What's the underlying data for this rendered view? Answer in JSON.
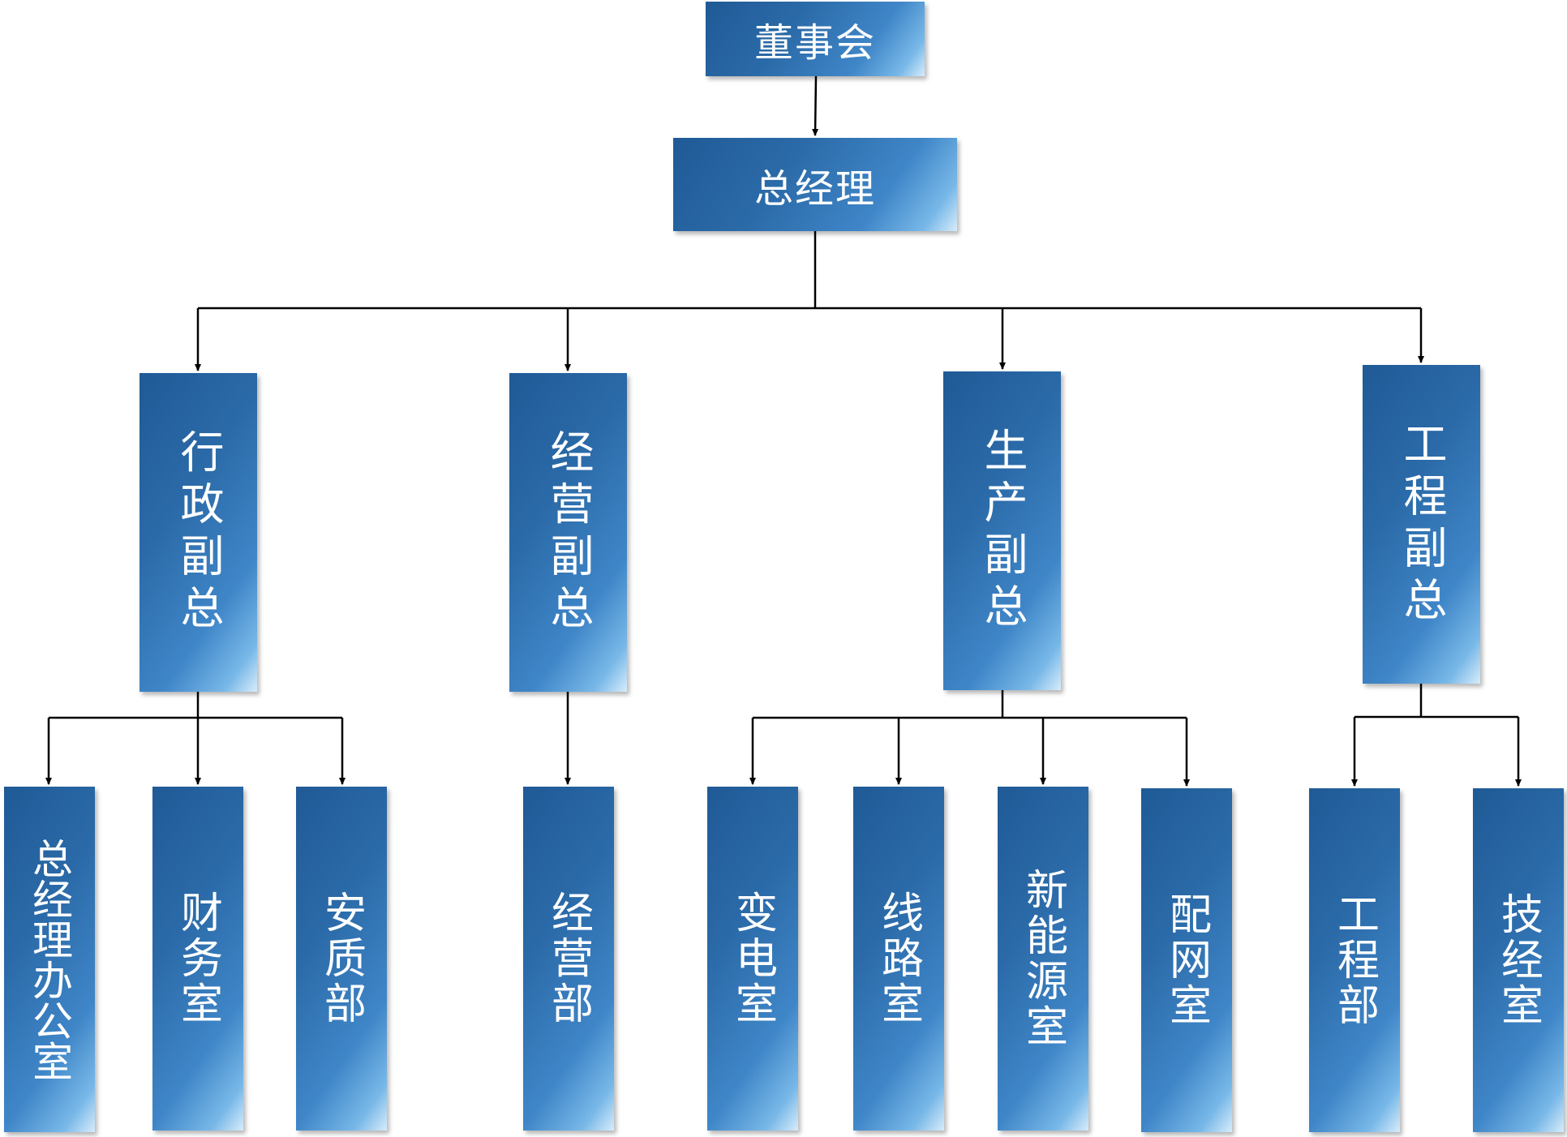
{
  "board": {
    "label": "董事会"
  },
  "general_manager": {
    "label": "总经理"
  },
  "vice_presidents": [
    {
      "label": "行政副总",
      "departments": [
        {
          "label": "总经理办公室"
        },
        {
          "label": "财务室"
        },
        {
          "label": "安质部"
        }
      ]
    },
    {
      "label": "经营副总",
      "departments": [
        {
          "label": "经营部"
        }
      ]
    },
    {
      "label": "生产副总",
      "departments": [
        {
          "label": "变电室"
        },
        {
          "label": "线路室"
        },
        {
          "label": "新能源室"
        },
        {
          "label": "配网室"
        }
      ]
    },
    {
      "label": "工程副总",
      "departments": [
        {
          "label": "工程部"
        },
        {
          "label": "技经室"
        }
      ]
    }
  ],
  "colors": {
    "box_dark": "#1f5a96",
    "box_light": "#78b8e8",
    "connector": "#000000",
    "text": "#ffffff"
  }
}
